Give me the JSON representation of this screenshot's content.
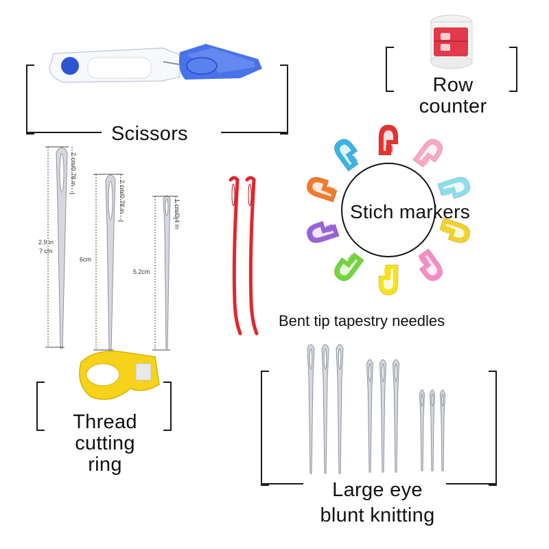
{
  "labels": {
    "scissors": "Scissors",
    "row_counter_1": "Row",
    "row_counter_2": "counter",
    "stitch_markers": "Stich markers",
    "bent_tip": "Bent tip tapestry needles",
    "thread_1": "Thread",
    "thread_2": "cutting",
    "thread_3": "ring",
    "large_eye_1": "Large eye",
    "large_eye_2": "blunt knitting"
  },
  "dimensions": {
    "eye_large": "2 cm/0.78 in",
    "eye_medium": "2 cm/0.78 in",
    "eye_small": "1 cm/0.4 in",
    "length_large_in": "2.9 in",
    "length_large_cm": "7 cm",
    "length_medium": "6cm",
    "length_small": "5.2cm"
  },
  "colors": {
    "scissor_blue": "#2f55d4",
    "counter_red": "#e23a4a",
    "thimble_yellow": "#f6d21a",
    "bent_needle_red": "#e3262b",
    "bracket": "#1a1a1a",
    "markers": [
      "#e8322f",
      "#f7a8c4",
      "#8fdcec",
      "#f3d12a",
      "#f78bc3",
      "#f7e21c",
      "#72d63c",
      "#9a62d8",
      "#f47a2e",
      "#3ab3e8"
    ]
  },
  "icons": [
    "scissors-icon",
    "row-counter-icon",
    "stitch-marker-icon",
    "thimble-ring-icon",
    "needle-icon"
  ]
}
